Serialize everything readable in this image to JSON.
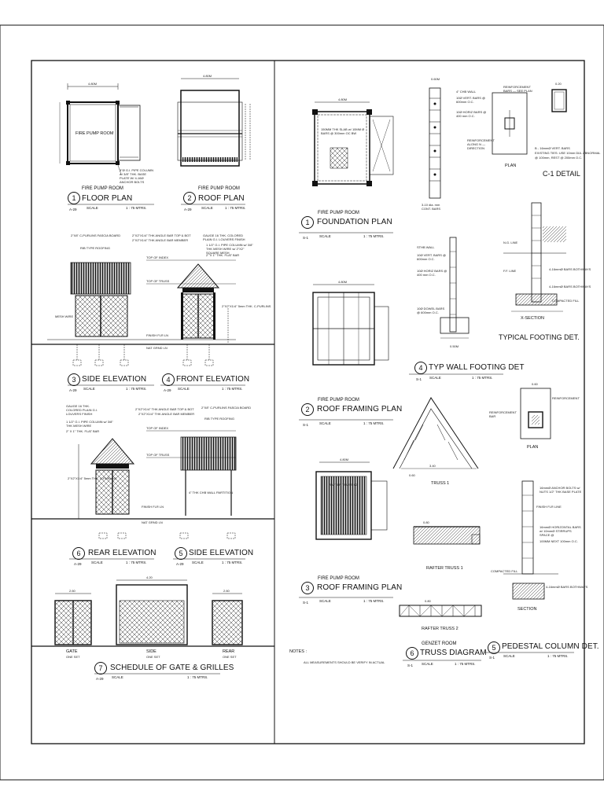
{
  "drawing": {
    "floor_plan": {
      "number": "1",
      "sheet": "A-29",
      "caption": "FIRE PUMP ROOM",
      "title": "FLOOR  PLAN",
      "scale_label": "SCALE",
      "scale": "1 : 75 MTRS.",
      "dim_top": "4.80M",
      "room_label": "FIRE PUMP ROOM",
      "note": "3\"Ø G.I. PIPE COLUMN w/ 3/8\" THK. BASE PLATE W/ 4-16Ø ANCHOR BOLTS"
    },
    "roof_plan": {
      "number": "2",
      "sheet": "A-29",
      "caption": "FIRE PUMP ROOM",
      "title": "ROOF  PLAN",
      "scale_label": "SCALE",
      "scale": "1 : 75 MTRS.",
      "dim_top": "4.80M"
    },
    "side_elevation_3": {
      "number": "3",
      "sheet": "A-29",
      "title": "SIDE ELEVATION",
      "scale_label": "SCALE",
      "scale": "1 : 75 MTRS.",
      "notes": [
        "2\"X8\" C-PURLINS FASCIA BOARD",
        "RIB TYPE ROOFING",
        "2\"X2\"X1/4\" THK ANGLE BAR TOP & BOT",
        "2\"X2\"X1/4\" THK ANGLE BAR MEMBER",
        "MESH WIRE"
      ],
      "top_index": "TOP OF INDEX",
      "top_truss": "TOP OF TRUSS",
      "finish": "FINISH FLR LN",
      "nat_grade": "NAT GRND LN"
    },
    "front_elevation": {
      "number": "4",
      "sheet": "A-29",
      "title": "FRONT ELEVATION",
      "scale_label": "SCALE",
      "scale": "1 : 75 MTRS.",
      "notes": [
        "GAUGE 16 THK. COLORED PLAIN G.I. LOUVERS FINISH",
        "1 1/2\" G.I. PIPE COLUMN w/ 3/8\" THK MESH WIRE w/ 2\"X2\" SQUARE MESH",
        "2\" X 1\" THK. FLAT BAR",
        "2\"X2\"X1/4\" 5mm THK. C-PURLINS"
      ]
    },
    "rear_elevation": {
      "number": "6",
      "sheet": "A-29",
      "title": "REAR ELEVATION",
      "scale_label": "SCALE",
      "scale": "1 : 75 MTRS.",
      "notes": [
        "GAUGE 16 THK. COLORED PLAIN G.I. LOUVERS FINISH",
        "1 1/2\" G.I. PIPE COLUMN w/ 3/8\" THK MESH WIRE",
        "2\" X 1\" THK. FLAT BAR",
        "2\"X2\"X1/4\" 5mm THK. C-PURLINS"
      ],
      "top_index": "TOP OF INDEX",
      "top_truss": "TOP OF TRUSS",
      "finish": "FINISH FLR LN",
      "nat_grade": "NAT GRND LN"
    },
    "side_elevation_5": {
      "number": "5",
      "sheet": "A-29",
      "title": "SIDE ELEVATION",
      "scale_label": "SCALE",
      "scale": "1 : 75 MTRS.",
      "notes": [
        "2\"X2\"X1/4\" THK ANGLE BAR TOP & BOT",
        "2\"X2\"X1/4\" THK ANGLE BAR MEMBER",
        "2\"X8\" C-PURLINS FASCIA BOARD",
        "RIB TYPE ROOFING",
        "4\" THK CHB WALL PARTITION"
      ]
    },
    "schedule": {
      "number": "7",
      "sheet": "A-29",
      "title": "SCHEDULE OF GATE & GRILLES",
      "scale_label": "SCALE",
      "scale": "1 : 75 MTRS.",
      "items": [
        {
          "label": "GATE",
          "sub": "ONE SET",
          "dim": "2.60"
        },
        {
          "label": "SIDE",
          "sub": "ONE SET",
          "dim": "4.20"
        },
        {
          "label": "REAR",
          "sub": "ONE SET",
          "dim": "2.60"
        }
      ]
    },
    "foundation_plan": {
      "number": "1",
      "sheet": "S-1",
      "caption": "FIRE PUMP ROOM",
      "title": "FOUNDATION PLAN",
      "scale_label": "SCALE",
      "scale": "1 : 75 MTRS.",
      "dim_top": "4.80M",
      "note": "150MM THK SLAB w/ 10MM Ø BARS @ 300mm OC BW"
    },
    "roof_framing_plan_2": {
      "number": "2",
      "sheet": "S-1",
      "caption": "FIRE PUMP ROOM",
      "title": "ROOF FRAMING PLAN",
      "scale_label": "SCALE",
      "scale": "1 : 75 MTRS.",
      "dim_top": "4.80M"
    },
    "roof_framing_plan_3": {
      "number": "3",
      "sheet": "S-1",
      "caption": "FIRE PUMP ROOM",
      "title": "ROOF FRAMING PLAN",
      "scale_label": "SCALE",
      "scale": "1 : 75 MTRS.",
      "dim_top": "4.80M",
      "rafter_label": "RAFTER TRUSS 02"
    },
    "wall_footing": {
      "number": "4",
      "sheet": "S-1",
      "title": "TYP WALL FOOTING DET",
      "scale_label": "SCALE",
      "scale": "1 : 75 MTRS.",
      "notes": [
        "4\" CHB WALL",
        "10Ø VERT. BARS @ 600mm O.C.",
        "10Ø HORIZ BARS @ 400 mm O.C.",
        "3-10 dia. mm CONT. BARS"
      ],
      "dim_top": "0.60M"
    },
    "wall_footing_2": {
      "notes": [
        "STHB WALL",
        "10Ø VERT. BARS @ 600mm O.C.",
        "10Ø HORIZ BARS @ 400 mm O.C.",
        "10Ø DOWEL BARS @ 600mm O.C."
      ],
      "dim_bottom": "0.50M"
    },
    "c1_detail": {
      "title": "C-1 DETAIL",
      "plan_label": "PLAN",
      "notes": [
        "REINFORCEMENT BARS — SEE PLAN",
        "REINFORCEMENT ALONG N — DIRECTION",
        "B - 16mmØ VERT. BARS",
        "EXISTING TIES: USE 10mm DIA. ABNORMAL",
        "@ 100mm, REST @ 200mm O.C."
      ],
      "dim": "0.20"
    },
    "typical_footing": {
      "title": "TYPICAL FOOTING DET.",
      "xsection": "X-SECTION",
      "notes": [
        "N.G. LINE",
        "F.F. LINE",
        "4-16mmØ BARS BOTHWAYS",
        "4-16mmØ BARS BOTHWAYS",
        "COMPACTED FILL"
      ]
    },
    "pedestal_plan": {
      "label": "PLAN",
      "notes": [
        "REINFORCEMENT",
        "REINFORCEMENT BAR"
      ],
      "dim": "0.60"
    },
    "truss_1": {
      "label": "TRUSS 1",
      "dim": "3.40",
      "dim_side": "0.60"
    },
    "rafter_truss_1": {
      "label": "RAFTER TRUSS 1",
      "dim": "0.80"
    },
    "rafter_truss_2": {
      "label": "RAFTER TRUSS 2",
      "dim": "0.80"
    },
    "truss_diagram": {
      "number": "6",
      "sheet": "S-1",
      "caption": "GENZET ROOM",
      "title": "TRUSS DIAGRAM",
      "scale_label": "SCALE",
      "scale": "1 : 75 MTRS."
    },
    "pedestal_column": {
      "number": "5",
      "sheet": "S-1",
      "title": "PEDESTAL COLUMN DET.",
      "scale_label": "SCALE",
      "scale": "1 : 75 MTRS.",
      "section": "SECTION",
      "notes": [
        "16mmØ ANCHOR BOLTS w/ NUTS 1/2\" THK BASE PLATE",
        "FINISH FLR LINE",
        "16mmØ HORIZONTAL BARS w/ 10mmØ STIRRUPS SPACE @",
        "100MM NEXT 100mm O.C.",
        "COMPACTED FILL",
        "4-16mmØ BARS BOTHWAYS"
      ]
    },
    "notes": {
      "heading": "NOTES :",
      "text": "ALL MEASUREMENTS SHOULD BE VERIFY IN ACTUAL"
    }
  }
}
